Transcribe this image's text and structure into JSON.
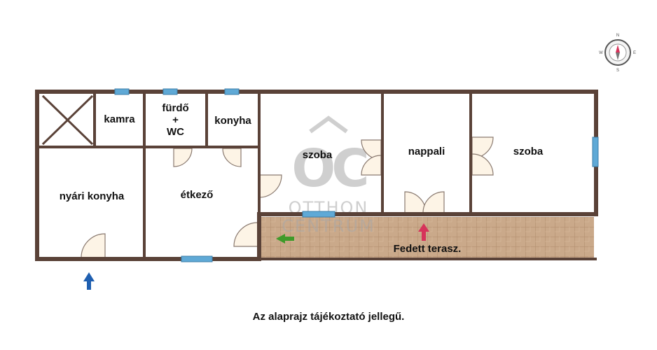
{
  "rooms": {
    "kamra": "kamra",
    "furdo_line1": "fürdő",
    "furdo_line2": "+",
    "furdo_line3": "WC",
    "konyha": "konyha",
    "szoba_left": "szoba",
    "nappali": "nappali",
    "szoba_right": "szoba",
    "nyari_konyha": "nyári konyha",
    "etkezo": "étkező",
    "terasz": "Fedett terasz."
  },
  "watermark": {
    "monogram": "OC",
    "line1": "OTTHON",
    "line2": "CENTRUM"
  },
  "compass": {
    "n": "N",
    "s": "S",
    "e": "E",
    "w": "W"
  },
  "footer_note": "Az alaprajz tájékoztató jellegű.",
  "colors": {
    "wall": "#5a4238",
    "window": "#5fa9d6",
    "door_fill": "#fdf4e6",
    "terrace_tile": "#c9a98a",
    "terrace_grout": "#b08d6e",
    "arrow_blue": "#1f5fb0",
    "arrow_green": "#3f9a2a",
    "arrow_red": "#d6335a",
    "watermark": "#b8b8b8"
  }
}
